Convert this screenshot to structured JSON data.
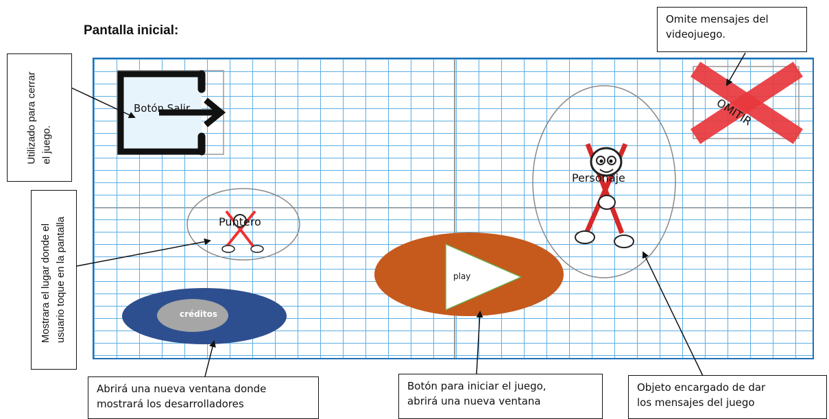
{
  "screen": {
    "title": "Pantalla inicial:"
  },
  "elements": {
    "exit_button_label": "Botón Salir",
    "pointer_label": "Puntero",
    "character_label": "Personaje",
    "skip_label": "OMITIR",
    "play_label": "play",
    "credits_label": "créditos"
  },
  "annotations": {
    "exit_line1": "Utilizado para cerrar",
    "exit_line2": "el juego.",
    "skip_line1": "Omite mensajes del",
    "skip_line2": "videojuego.",
    "pointer_line1": "Mostrara el lugar donde el",
    "pointer_line2": "usuario toque en la pantalla",
    "credits_line1": "Abrirá una nueva ventana donde",
    "credits_line2": "mostrará los desarrolladores",
    "play_line1": "Botón para iniciar el juego,",
    "play_line2": "abrirá una nueva ventana",
    "character_line1": "Objeto encargado de dar",
    "character_line2": "los mensajes del juego"
  },
  "colors": {
    "grid_line": "#5aaee3",
    "grid_border": "#1f6fb5",
    "play_fill": "#c55a1c",
    "credits_outer": "#2e4f8f",
    "credits_inner": "#a6a6a6",
    "skip_cross": "#e8383d",
    "exit_fill": "#e8f4fc"
  }
}
